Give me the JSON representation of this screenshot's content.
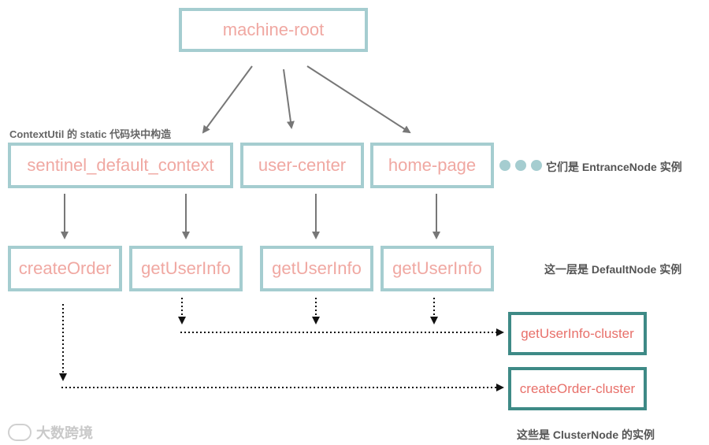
{
  "nodes": {
    "root": "machine-root",
    "entrance": [
      "sentinel_default_context",
      "user-center",
      "home-page"
    ],
    "default": [
      "createOrder",
      "getUserInfo",
      "getUserInfo",
      "getUserInfo"
    ],
    "cluster": [
      "getUserInfo-cluster",
      "createOrder-cluster"
    ]
  },
  "annotations": {
    "context_util": "ContextUtil 的 static 代码块中构造",
    "entrance_note": "它们是 EntranceNode 实例",
    "default_note": "这一层是 DefaultNode 实例",
    "cluster_note": "这些是 ClusterNode 的实例"
  },
  "watermark": "大数跨境",
  "colors": {
    "node_border": "#a5cdd0",
    "cluster_border": "#3e8a86",
    "node_text": "#f0a8a2",
    "cluster_text": "#e8706a",
    "arrow": "#777777"
  }
}
